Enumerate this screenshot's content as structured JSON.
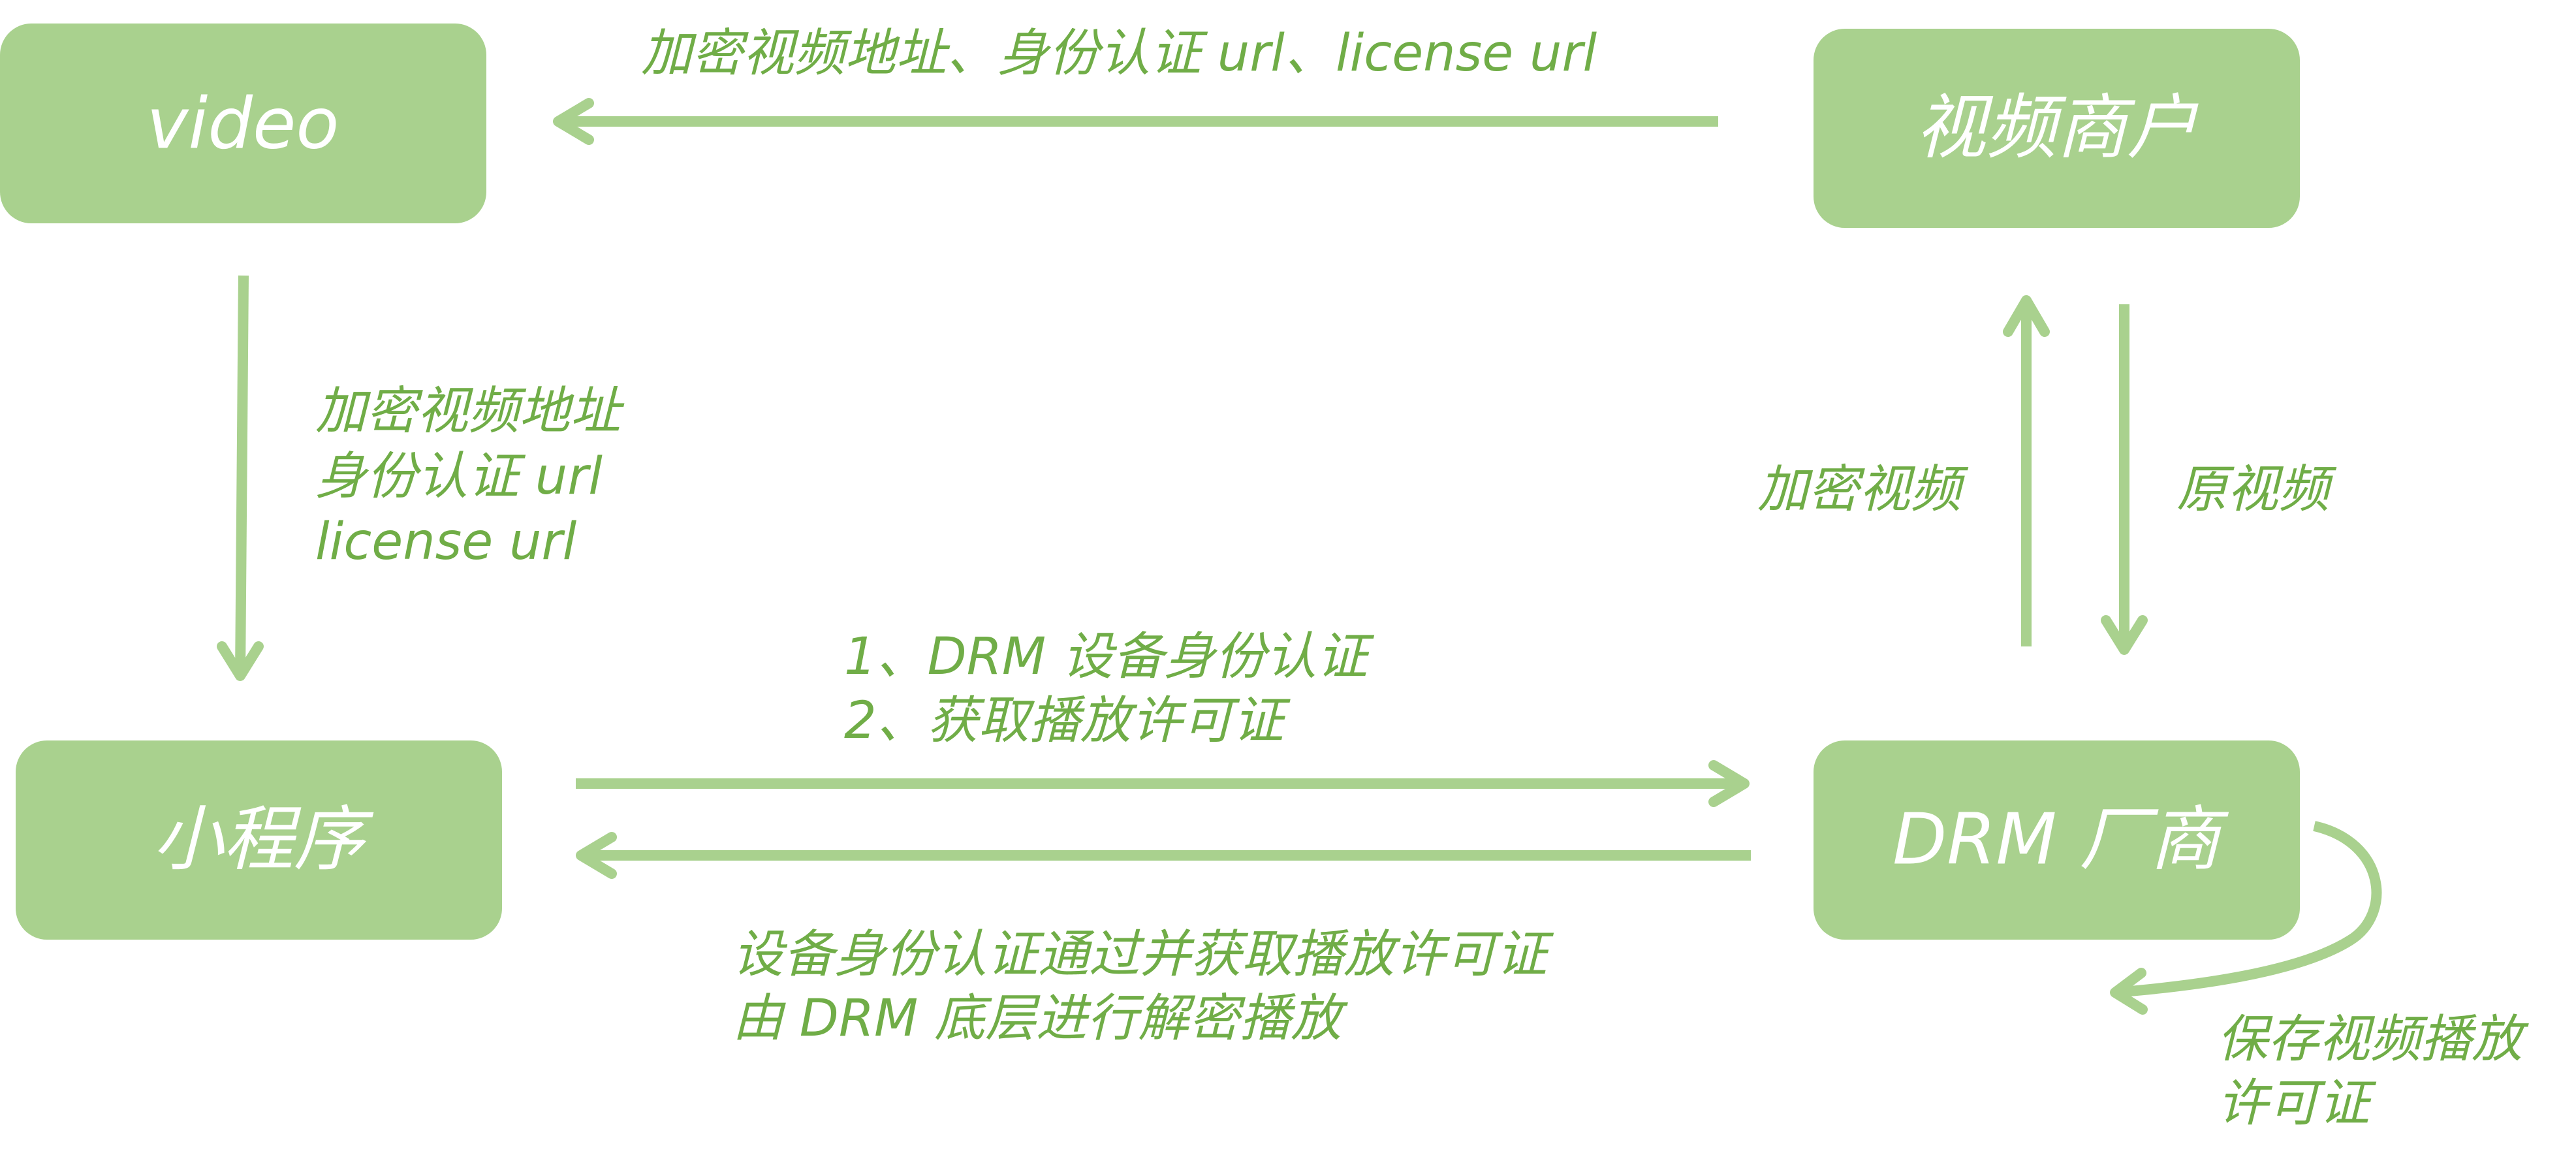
{
  "colors": {
    "node_fill": "#a9d18e",
    "arrow": "#a9d18e",
    "label_text": "#70ad47",
    "node_text": "#ffffff"
  },
  "nodes": {
    "video": "video",
    "merchant": "视频商户",
    "miniprogram": "小程序",
    "drm": "DRM 厂商"
  },
  "labels": {
    "merchant_to_video": "加密视频地址、身份认证 url、license url",
    "video_to_mini": [
      "加密视频地址",
      "身份认证 url",
      "license url"
    ],
    "mini_to_drm": [
      "1、DRM 设备身份认证",
      "2、获取播放许可证"
    ],
    "drm_to_mini": [
      "设备身份认证通过并获取播放许可证",
      "由 DRM 底层进行解密播放"
    ],
    "drm_to_merchant": "加密视频",
    "merchant_to_drm": "原视频",
    "drm_self": [
      "保存视频播放",
      "许可证"
    ]
  }
}
